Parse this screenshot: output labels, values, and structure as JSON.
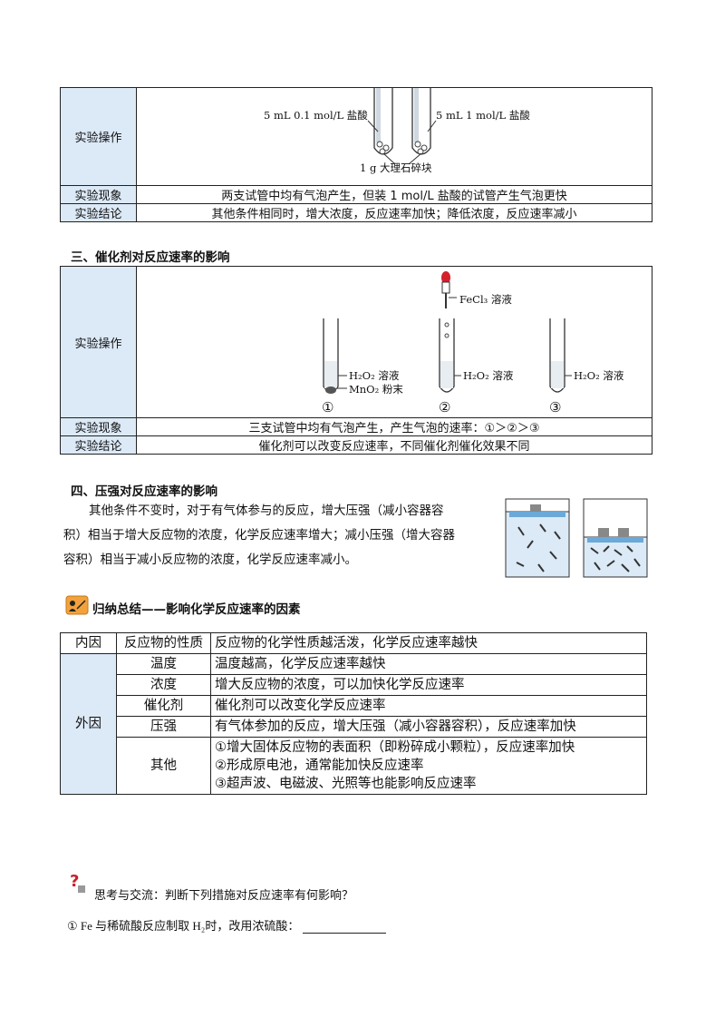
{
  "section2": {
    "op_label": "实验操作",
    "phen_label": "实验现象",
    "concl_label": "实验结论",
    "label_left": "5 mL 0.1 mol/L 盐酸",
    "label_right": "5 mL 1 mol/L 盐酸",
    "label_bottom": "1 g 大理石碎块",
    "phenomenon": "两支试管中均有气泡产生，但装 1  mol/L 盐酸的试管产生气泡更快",
    "conclusion": "其他条件相同时，增大浓度，反应速率加快；降低浓度，反应速率减小"
  },
  "section3": {
    "title": "三、催化剂对反应速率的影响",
    "op_label": "实验操作",
    "phen_label": "实验现象",
    "concl_label": "实验结论",
    "fecl3": "FeCl₃ 溶液",
    "h2o2": "H₂O₂ 溶液",
    "mno2": "MnO₂ 粉末",
    "tube1": "①",
    "tube2": "②",
    "tube3": "③",
    "phenomenon": "三支试管中均有气泡产生，产生气泡的速率：①＞②＞③",
    "conclusion": "催化剂可以改变反应速率，不同催化剂催化效果不同"
  },
  "section4": {
    "title": "四、压强对反应速率的影响",
    "line1": "其他条件不变时，对于有气体参与的反应，增大压强（减小容器容",
    "line2": "积）相当于增大反应物的浓度，化学反应速率增大；减小压强（增大容器",
    "line3": "容积）相当于减小反应物的浓度，化学反应速率减小。"
  },
  "summary": {
    "title": "归纳总结——影响化学反应速率的因素",
    "inner": "内因",
    "outer": "外因",
    "rows": {
      "r0_factor": "反应物的性质",
      "r0_desc": "反应物的化学性质越活泼，化学反应速率越快",
      "r1_factor": "温度",
      "r1_desc": "温度越高，化学反应速率越快",
      "r2_factor": "浓度",
      "r2_desc": "增大反应物的浓度，可以加快化学反应速率",
      "r3_factor": "催化剂",
      "r3_desc": "催化剂可以改变化学反应速率",
      "r4_factor": "压强",
      "r4_desc": "有气体参加的反应，增大压强（减小容器容积），反应速率加快",
      "r5_factor": "其他",
      "r5_desc1": "①增大固体反应物的表面积（即粉碎成小颗粒），反应速率加快",
      "r5_desc2": "②形成原电池，通常能加快反应速率",
      "r5_desc3": "③超声波、电磁波、光照等也能影响反应速率"
    }
  },
  "think": {
    "title": "思考与交流：判断下列措施对反应速率有何影响？",
    "q1": "①  Fe 与稀硫酸反应制取 H₂时，改用浓硫酸："
  }
}
